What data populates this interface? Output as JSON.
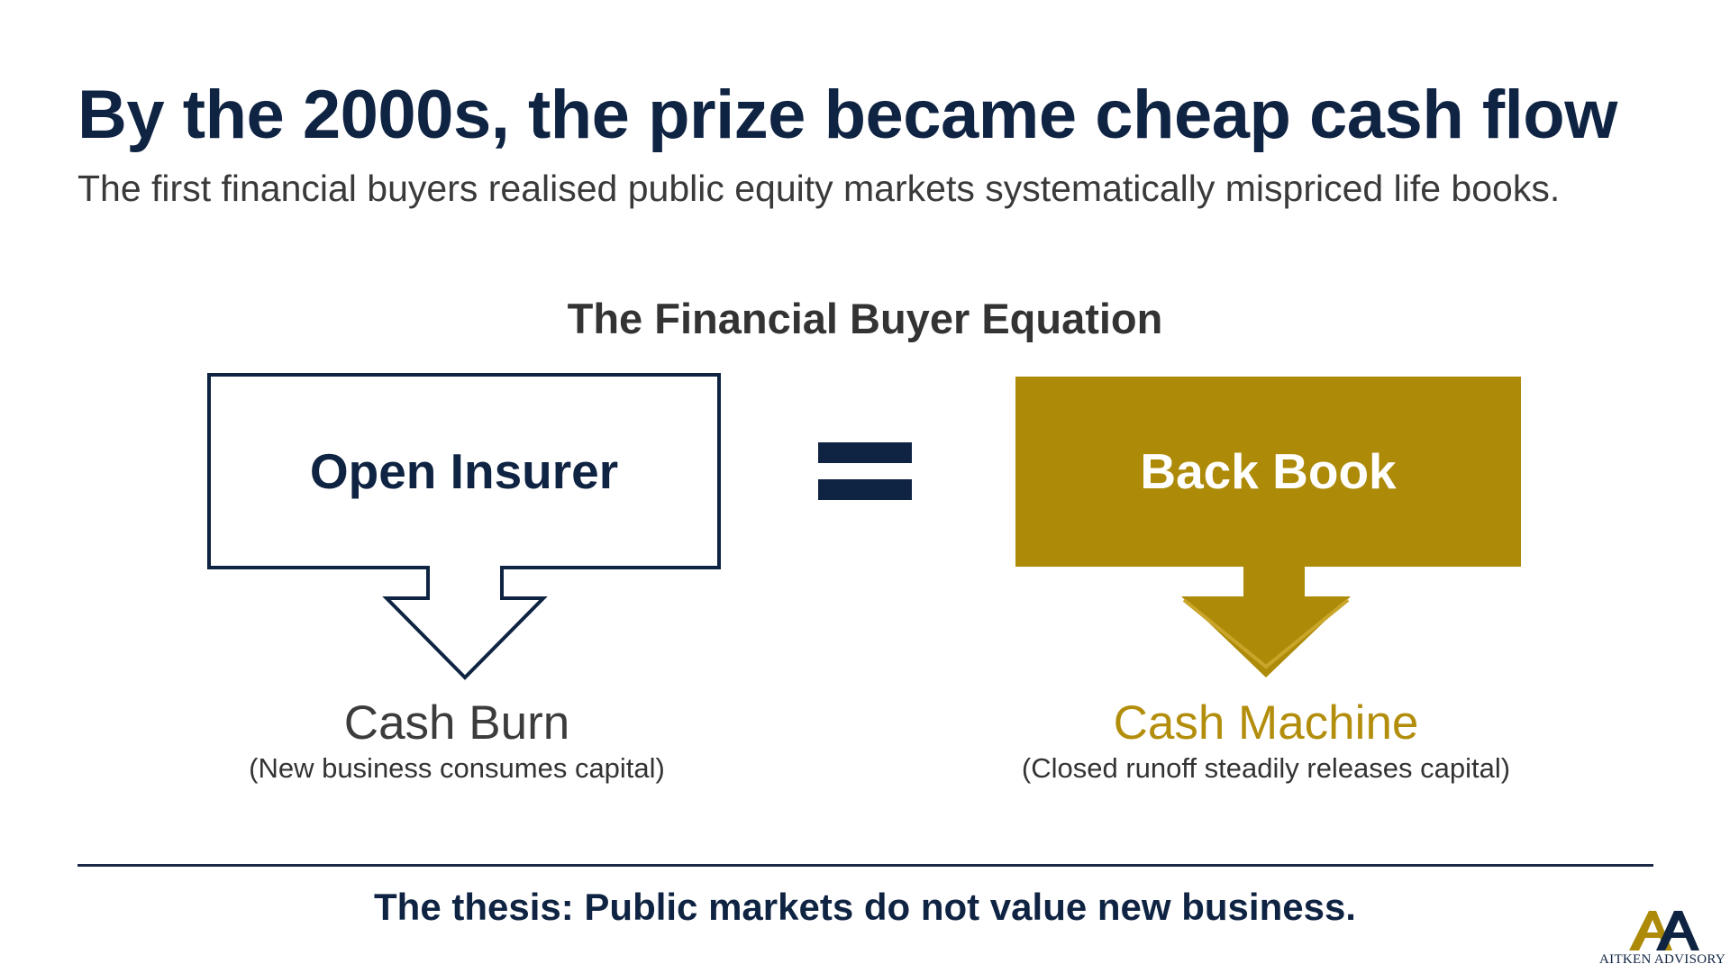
{
  "title": "By the 2000s, the prize became cheap cash flow",
  "subtitle": "The first financial buyers realised public equity markets systematically mispriced life books.",
  "equation": {
    "heading": "The Financial Buyer Equation",
    "left": {
      "box_label": "Open Insurer",
      "result": "Cash Burn",
      "caption": "(New business consumes capital)"
    },
    "operator": "=",
    "right": {
      "box_label": "Back Book",
      "result": "Cash Machine",
      "caption": "(Closed runoff steadily releases capital)"
    }
  },
  "thesis": "The thesis: Public markets do not value new business.",
  "logo": {
    "text": "AITKEN ADVISORY",
    "letters": "AA"
  },
  "colors": {
    "navy": "#0f2342",
    "gold": "#ad8a08",
    "gold_text": "#b38e0d",
    "gray_text": "#3a3a3a"
  }
}
